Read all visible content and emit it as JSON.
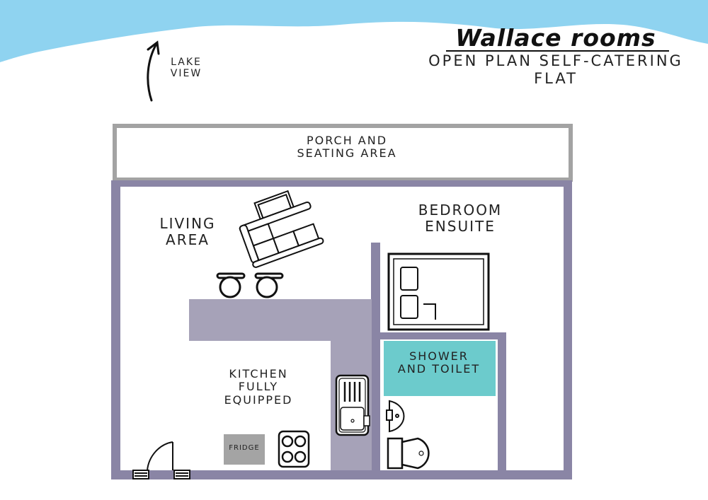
{
  "header": {
    "title": "Wallace rooms",
    "subtitle": "OPEN PLAN SELF-CATERING FLAT"
  },
  "compass": {
    "label": "LAKE VIEW",
    "icon": "arrow-up-icon"
  },
  "rooms": {
    "porch": "PORCH AND SEATING AREA",
    "living": "LIVING AREA",
    "bedroom": "BEDROOM ENSUITE",
    "shower": "SHOWER AND TOILET",
    "kitchen": "KITCHEN FULLY EQUIPPED",
    "fridge": "FRIDGE"
  },
  "colors": {
    "sky": "#8fd3f0",
    "wall": "#8a85a5",
    "counter": "#a6a2b8",
    "porch_border": "#a3a3a3",
    "shower": "#6ccbcc",
    "fridge": "#a4a4a4"
  }
}
